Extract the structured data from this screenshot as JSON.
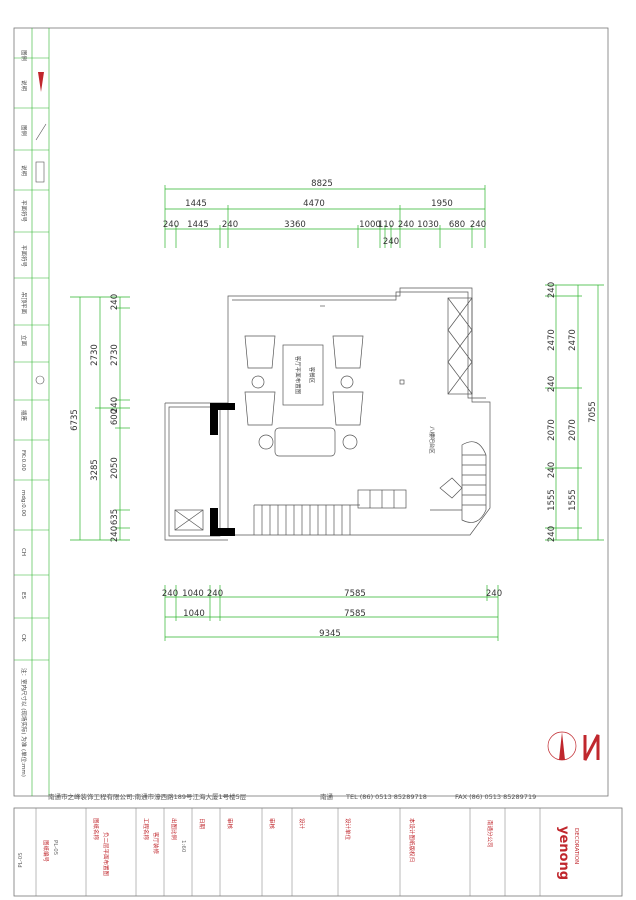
{
  "top_dims": {
    "overall": "8825",
    "row2": [
      "1445",
      "4470",
      "1950"
    ],
    "row3": [
      "240",
      "1445",
      "240",
      "3360",
      "1000",
      "110",
      "240",
      "1030",
      "680",
      "240"
    ],
    "row4": "240"
  },
  "bottom_dims": {
    "row1": [
      "240",
      "1040",
      "240",
      "7585",
      "240"
    ],
    "row2": [
      "1040",
      "7585"
    ],
    "overall": "9345"
  },
  "left_dims": {
    "overall": "6735",
    "inner": [
      "240",
      "2730",
      "240",
      "600",
      "2050",
      "635",
      "240"
    ],
    "outer": [
      "2730",
      "3285"
    ]
  },
  "right_dims": {
    "overall": "7055",
    "inner": [
      "240",
      "2470",
      "240",
      "2070",
      "240",
      "1555",
      "240"
    ],
    "outer": [
      "2470",
      "2070",
      "1555"
    ]
  },
  "room_labels": {
    "living": "客餐区",
    "bar": "八樓吧台区",
    "center": "客厅平面布置图"
  },
  "legend": [
    "图例",
    "说明",
    "图例",
    "说明",
    "平面符号",
    "平面符号",
    "吊顶平面",
    "立面",
    "插座",
    "FK:0.00",
    "mdg:0.00",
    "CH",
    "ES",
    "CK",
    "注：室内尺寸以 (现场实际) 为准 (单位:mm)"
  ],
  "footer": {
    "company": "南通市之峰装饰工程有限公司.南通市濠西路189号江海大厦1号楼5层",
    "city": "南通",
    "tel": "TEL (86) 0513 85289718",
    "fax": "FAX (86) 0513 85289719"
  },
  "title_block": {
    "labels": [
      "图纸编号",
      "图纸名称",
      "工程名称",
      "出图比例",
      "日期",
      "审核",
      "审核",
      "设计",
      "设计单位"
    ],
    "values": [
      "PL-05",
      "负二层平面布置图",
      "客厅装修",
      "1:60",
      "",
      "",
      "",
      "",
      ""
    ],
    "notes_title": "本设计图纸版权归",
    "nanjing": "南通分公司",
    "brand": "yenong",
    "brand_sub": "DECORATION",
    "sheet_id": "PL-05"
  },
  "colors": {
    "dim_line": "#2db52d",
    "ink": "#333333",
    "accent": "#c0272d"
  }
}
